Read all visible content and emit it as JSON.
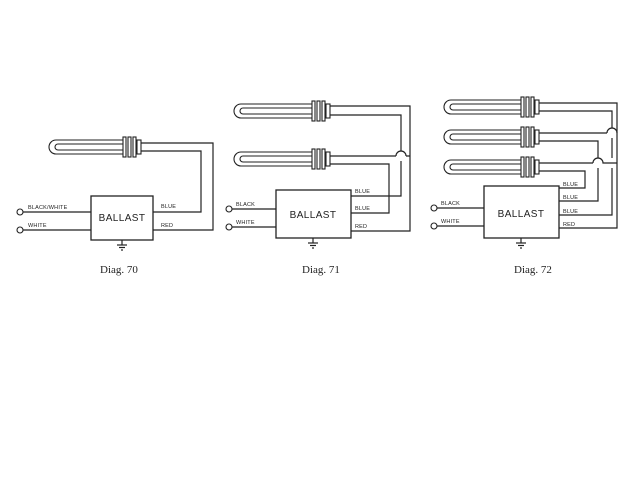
{
  "diagrams": [
    {
      "caption": "Diag. 70",
      "ballast_label": "BALLAST",
      "input_labels": [
        "BLACK/WHITE",
        "WHITE"
      ],
      "output_labels": [
        "BLUE",
        "RED"
      ],
      "lamp_count": 1
    },
    {
      "caption": "Diag. 71",
      "ballast_label": "BALLAST",
      "input_labels": [
        "BLACK",
        "WHITE"
      ],
      "output_labels": [
        "BLUE",
        "BLUE",
        "RED"
      ],
      "lamp_count": 2
    },
    {
      "caption": "Diag. 72",
      "ballast_label": "BALLAST",
      "input_labels": [
        "BLACK",
        "WHITE"
      ],
      "output_labels": [
        "BLUE",
        "BLUE",
        "BLUE",
        "RED"
      ],
      "lamp_count": 3
    }
  ],
  "colors": {
    "line": "#222222",
    "background": "#ffffff"
  }
}
